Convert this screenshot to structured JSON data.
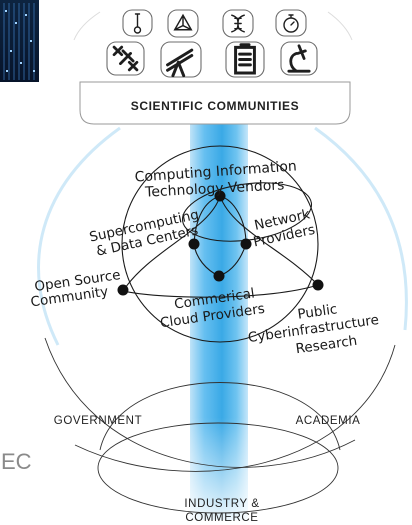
{
  "header": {
    "label": "SCIENTIFIC COMMUNITIES",
    "icons": [
      {
        "name": "thermometer-icon"
      },
      {
        "name": "molecule-triangle-icon"
      },
      {
        "name": "dna-helix-icon"
      },
      {
        "name": "stopwatch-icon"
      },
      {
        "name": "satellite-icon"
      },
      {
        "name": "telescope-icon"
      },
      {
        "name": "clipboard-icon"
      },
      {
        "name": "microscope-icon"
      }
    ]
  },
  "nodes": {
    "computing_vendors_line1": "Computing Information",
    "computing_vendors_line2": "Technology Vendors",
    "supercomputing_line1": "Supercomputing",
    "supercomputing_line2": "& Data Centers",
    "network_line1": "Network",
    "network_line2": "Providers",
    "open_source_line1": "Open Source",
    "open_source_line2": "Community",
    "commercial_cloud_line1": "Commerical",
    "commercial_cloud_line2": "Cloud Providers",
    "public_cyber_line1": "Public",
    "public_cyber_line2": "Cyberinfrastructure",
    "public_cyber_line3": "Research"
  },
  "sectors": {
    "government": "GOVERNMENT",
    "academia": "ACADEMIA",
    "industry_line1": "INDUSTRY &",
    "industry_line2": "COMMERCE"
  },
  "edge_text": "EC",
  "colors": {
    "beam": "#4fb3ec",
    "beam_light": "#cfeafb",
    "arc": "#7cc4ea",
    "ink": "#1a1a1a",
    "node": "#111111"
  }
}
